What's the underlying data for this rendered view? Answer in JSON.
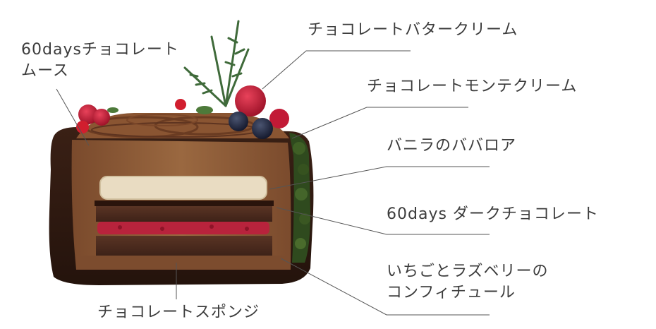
{
  "labels": {
    "mousse": [
      "60daysチョコレート",
      "ムース"
    ],
    "butter_cream": "チョコレートバタークリーム",
    "monte_cream": "チョコレートモンテクリーム",
    "bavarois": "バニラのババロア",
    "dark_chocolate": "60days ダークチョコレート",
    "confiture": [
      "いちごとラズベリーの",
      "コンフィチュール"
    ],
    "sponge": "チョコレートスポンジ"
  },
  "colors": {
    "text": "#3c3c3c",
    "leader_line": "#555555",
    "background": "#ffffff"
  }
}
